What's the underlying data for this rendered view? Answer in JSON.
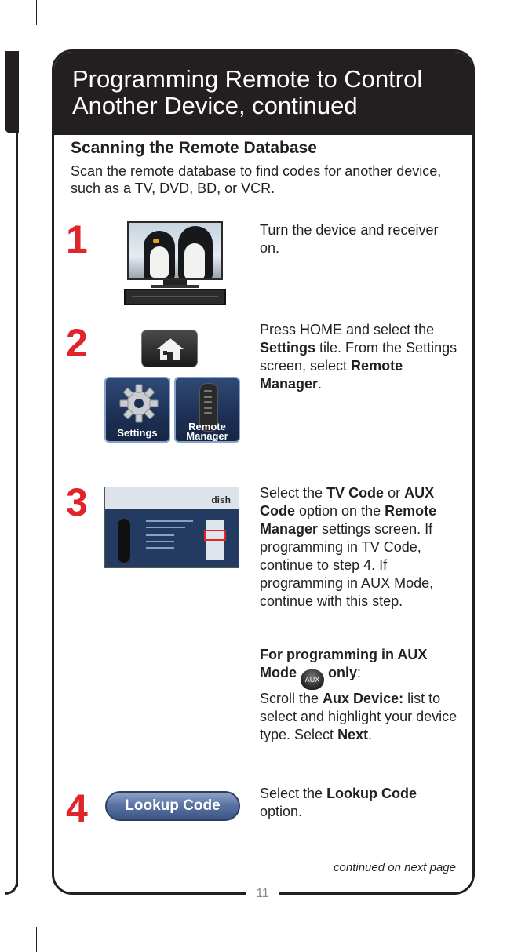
{
  "header": {
    "title_line1": "Programming Remote to Control",
    "title_line2": "Another Device, continued"
  },
  "section": {
    "title": "Scanning the Remote Database",
    "intro": "Scan the remote database to find codes for another device, such as a TV, DVD, BD, or VCR."
  },
  "steps": [
    {
      "number": "1",
      "text": "Turn the device and receiver on."
    },
    {
      "number": "2",
      "t1": "Press HOME and select the ",
      "b1": "Settings",
      "t2": " tile. From the Settings screen, select ",
      "b2": "Remote Manager",
      "t3": "."
    },
    {
      "number": "3",
      "t1": "Select the ",
      "b1": "TV Code",
      "t2": " or ",
      "b2": "AUX Code",
      "t3": " option on the ",
      "b3": "Remote Manager",
      "t4": " settings screen. If programming in TV Code, continue to step 4. If programming in AUX Mode, continue with this step.",
      "sub_heading_1": "For programming in AUX Mode",
      "aux_icon": "AUX",
      "sub_heading_2": "only",
      "colon": ":",
      "s1": "Scroll the ",
      "sb1": "Aux Device:",
      "s2": " list to select and highlight your device type. Select ",
      "sb2": "Next",
      "s3": "."
    },
    {
      "number": "4",
      "t1": "Select the ",
      "b1": "Lookup Code",
      "t2": " option."
    }
  ],
  "tiles": {
    "settings": "Settings",
    "remote_line1": "Remote",
    "remote_line2": "Manager"
  },
  "screen3": {
    "logo": "dish"
  },
  "lookup_button": "Lookup Code",
  "continued": "continued on next page",
  "page_number": "11",
  "colors": {
    "accent_red": "#e0242b",
    "dark": "#231f20"
  }
}
